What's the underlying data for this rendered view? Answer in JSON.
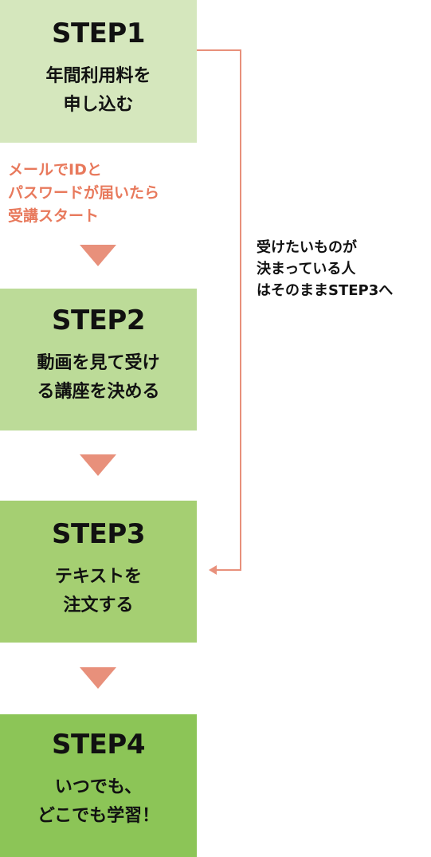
{
  "colors": {
    "step1_bg": "#d5e7bd",
    "step2_bg": "#bcdb98",
    "step3_bg": "#a5cf72",
    "step4_bg": "#8cc557",
    "arrow": "#e8907b",
    "note_text": "#e8795c"
  },
  "steps": [
    {
      "title": "STEP1",
      "desc": "年間利用料を\n申し込む"
    },
    {
      "title": "STEP2",
      "desc": "動画を見て受け\nる講座を決める"
    },
    {
      "title": "STEP3",
      "desc": "テキストを\n注文する"
    },
    {
      "title": "STEP4",
      "desc": "いつでも、\nどこでも学習！"
    }
  ],
  "note_after_step1": "メールでIDと\nパスワードが届いたら\n受講スタート",
  "shortcut_note": "受けたいものが\n決まっている人\nはそのままSTEP3へ"
}
